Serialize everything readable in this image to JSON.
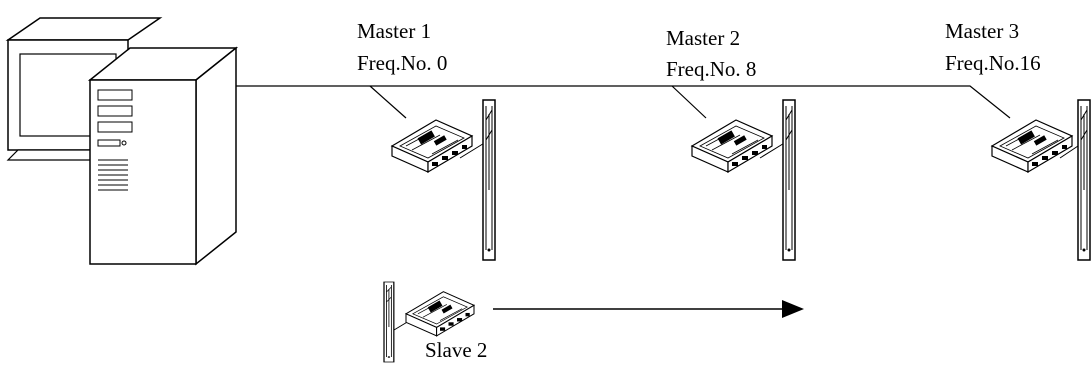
{
  "computer": {
    "icon": "desktop-computer-icon"
  },
  "masters": [
    {
      "name": "Master 1",
      "freq": "Freq.No. 0",
      "icon": "radio-module-icon",
      "antenna_icon": "antenna-icon"
    },
    {
      "name": "Master 2",
      "freq": "Freq.No. 8",
      "icon": "radio-module-icon",
      "antenna_icon": "antenna-icon"
    },
    {
      "name": "Master 3",
      "freq": "Freq.No.16",
      "icon": "radio-module-icon",
      "antenna_icon": "antenna-icon"
    }
  ],
  "slave": {
    "name": "Slave 2",
    "icon": "radio-module-icon",
    "antenna_icon": "antenna-icon"
  },
  "arrow": {
    "icon": "arrow-right-icon"
  }
}
